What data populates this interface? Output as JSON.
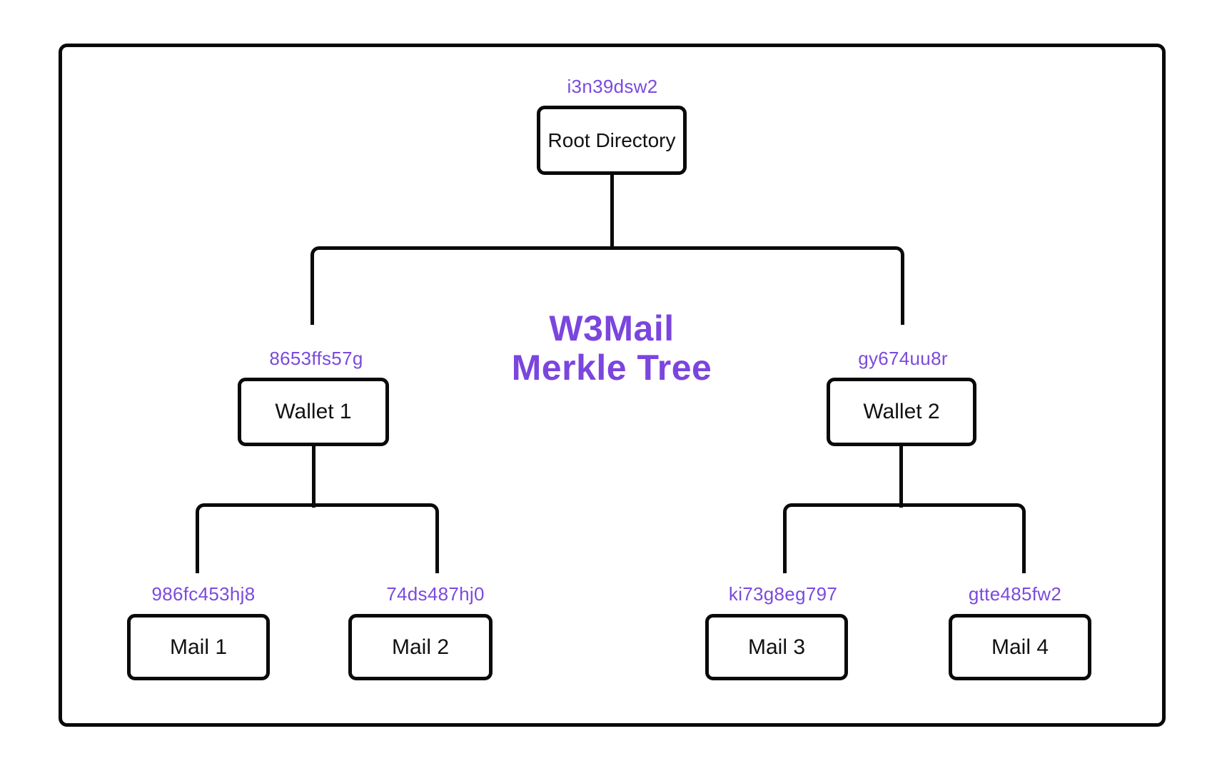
{
  "title": {
    "line1": "W3Mail",
    "line2": "Merkle Tree"
  },
  "colors": {
    "accent_purple": "#7b45de",
    "line_black": "#0a0a0a",
    "background": "#ffffff"
  },
  "nodes": [
    {
      "id": "root",
      "hash": "i3n39dsw2",
      "label": "Root Directory"
    },
    {
      "id": "wallet1",
      "hash": "8653ffs57g",
      "label": "Wallet 1"
    },
    {
      "id": "wallet2",
      "hash": "gy674uu8r",
      "label": "Wallet 2"
    },
    {
      "id": "mail1",
      "hash": "986fc453hj8",
      "label": "Mail 1"
    },
    {
      "id": "mail2",
      "hash": "74ds487hj0",
      "label": "Mail 2"
    },
    {
      "id": "mail3",
      "hash": "ki73g8eg797",
      "label": "Mail 3"
    },
    {
      "id": "mail4",
      "hash": "gtte485fw2",
      "label": "Mail 4"
    }
  ],
  "edges": [
    {
      "from": "root",
      "to": "wallet1"
    },
    {
      "from": "root",
      "to": "wallet2"
    },
    {
      "from": "wallet1",
      "to": "mail1"
    },
    {
      "from": "wallet1",
      "to": "mail2"
    },
    {
      "from": "wallet2",
      "to": "mail3"
    },
    {
      "from": "wallet2",
      "to": "mail4"
    }
  ]
}
